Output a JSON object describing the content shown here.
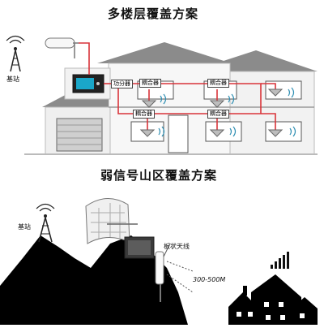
{
  "titles": {
    "top": "多楼层覆盖方案",
    "bottom": "弱信号山区覆盖方案"
  },
  "labels": {
    "base_station_top": "基站",
    "base_station_bottom": "基站",
    "splitter": "功分器",
    "coupler_1": "耦合器",
    "coupler_2": "耦合器",
    "coupler_3": "耦合器",
    "coupler_4": "耦合器",
    "panel_antenna": "板状天线",
    "distance": "300-500M"
  },
  "colors": {
    "cable": "#d9343a",
    "roof": "#8b8b8b",
    "wall": "#f2f2f2",
    "mountain": "#000000",
    "repeater_screen": "#1aa7c9",
    "signal": "#2f8fb3"
  },
  "icons": {
    "tower": "radio-tower-icon",
    "yagi": "yagi-antenna-icon",
    "grid": "grid-antenna-icon",
    "repeater": "repeater-icon",
    "ceiling": "ceiling-antenna-icon",
    "bars": "signal-bars-icon"
  }
}
